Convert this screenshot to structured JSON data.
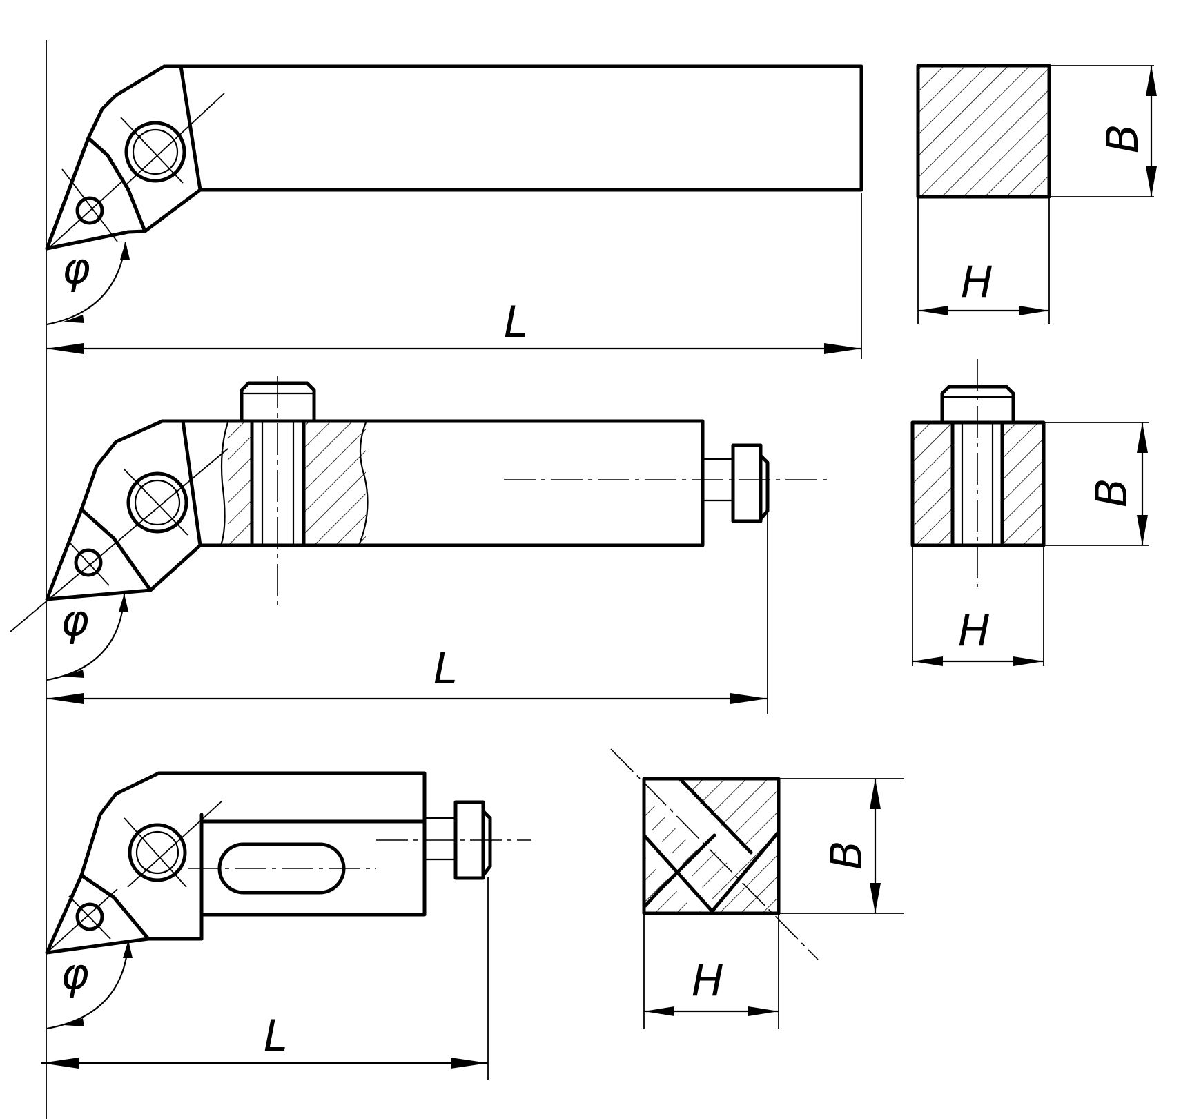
{
  "labels": {
    "angle": "φ",
    "length": "L",
    "width": "B",
    "height": "H"
  },
  "colors": {
    "ink": "#000000",
    "paper": "#ffffff"
  }
}
